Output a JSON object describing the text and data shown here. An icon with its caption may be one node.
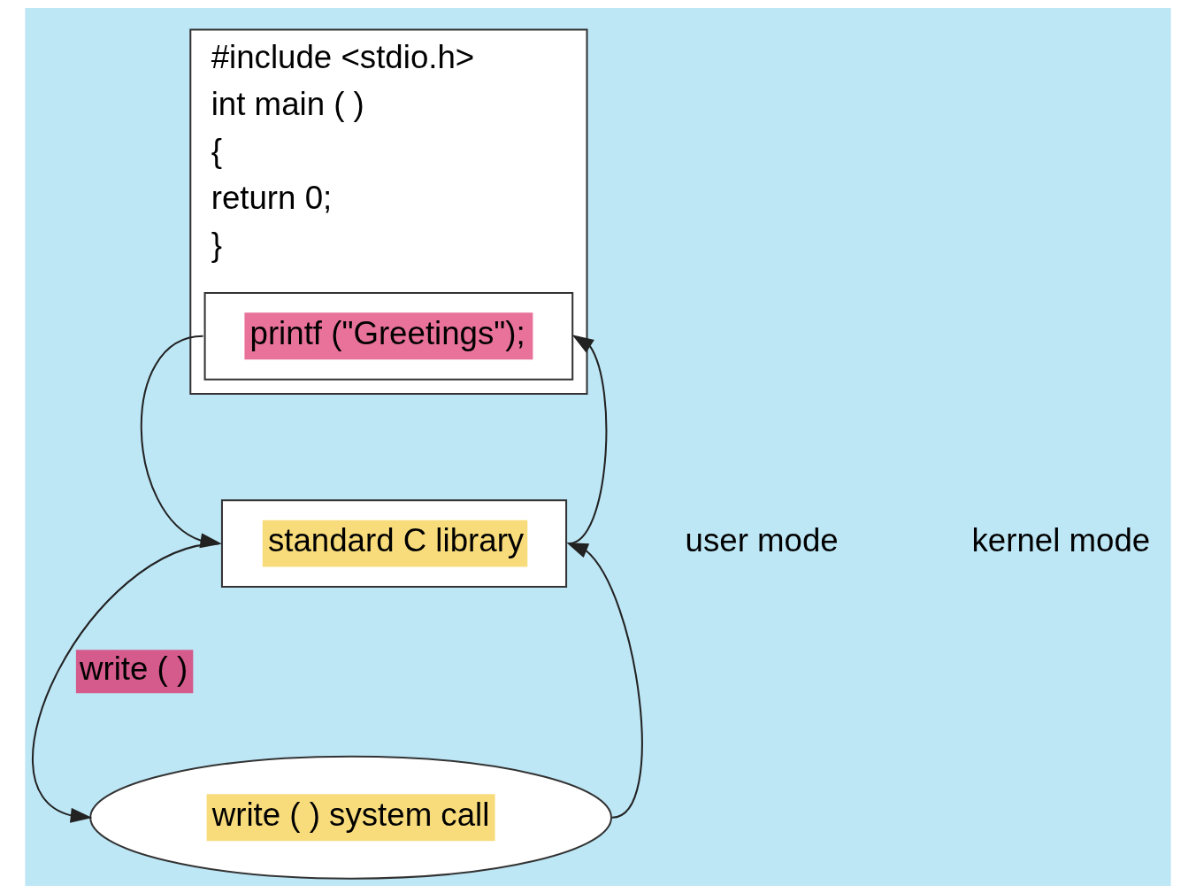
{
  "diagram": {
    "nodes": [
      {
        "text": [
          "#include <stdio.h>",
          "int main ( )",
          "{",
          "return 0;",
          "}"
        ]
      },
      {
        "text": [
          "printf (\"Greetings\");"
        ],
        "in": 0
      },
      {
        "text": [
          "standard C library"
        ]
      },
      {
        "text": [
          "write ( ) system call"
        ]
      }
    ],
    "edges": [
      {
        "from": 1,
        "to": 2,
        "arrow": "to"
      },
      {
        "from": 2,
        "to": 1,
        "arrow": "to"
      },
      {
        "from": 2,
        "to": 3,
        "arrow": "to",
        "label": "write ( )"
      },
      {
        "from": 3,
        "to": 2,
        "arrow": "to"
      }
    ],
    "labels": [
      "user mode",
      "kernel mode"
    ]
  }
}
